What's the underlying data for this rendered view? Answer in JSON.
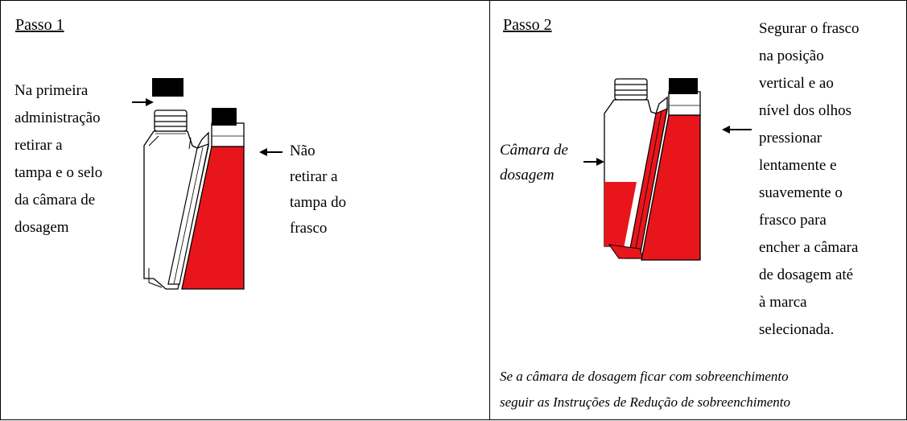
{
  "step1": {
    "heading": "Passo 1",
    "left_instruction": [
      "Na primeira",
      "administração",
      "retirar a",
      "tampa e o selo",
      "da câmara de",
      "dosagem"
    ],
    "right_instruction": [
      "Não",
      "retirar a",
      "tampa do",
      "frasco"
    ]
  },
  "step2": {
    "heading": "Passo 2",
    "chamber_label": [
      "Câmara de",
      "dosagem"
    ],
    "right_instruction": [
      "Segurar o frasco",
      "na posição",
      "vertical e ao",
      "nível dos olhos",
      "pressionar",
      "lentamente e",
      "suavemente o",
      "frasco para",
      "encher a câmara",
      "de dosagem até",
      "à marca",
      "selecionada."
    ],
    "footnote": [
      "Se a câmara de dosagem ficar com sobreenchimento",
      "seguir as Instruções de Redução de sobreenchimento"
    ]
  },
  "colors": {
    "liquid": "#e8161b",
    "cap": "#000000",
    "outline": "#000000"
  }
}
